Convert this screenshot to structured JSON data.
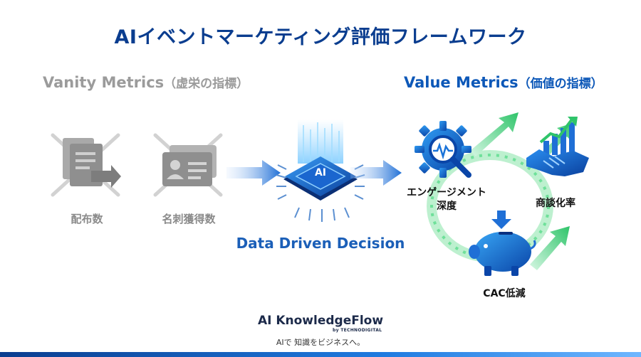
{
  "title": "AIイベントマーケティング評価フレームワーク",
  "vanity": {
    "heading": "Vanity Metrics",
    "heading_sub": "（虚栄の指標）",
    "items": [
      {
        "label": "配布数",
        "icon": "document-handout-icon"
      },
      {
        "label": "名刺獲得数",
        "icon": "business-card-icon"
      }
    ]
  },
  "center": {
    "chip_text": "AI",
    "caption": "Data Driven Decision"
  },
  "value": {
    "heading": "Value Metrics",
    "heading_sub": "（価値の指標）",
    "items": [
      {
        "label_line1": "エンゲージメント",
        "label_line2": "深度",
        "icon": "gear-magnifier-icon"
      },
      {
        "label_line1": "商談化率",
        "icon": "handshake-chart-icon"
      },
      {
        "label_line1": "CAC低減",
        "icon": "piggy-bank-icon"
      }
    ]
  },
  "brand": {
    "name": "AI KnowledgeFlow",
    "by": "by TECHNODIGITAL",
    "tagline": "AIで 知識をビジネスへ。"
  },
  "colors": {
    "title": "#0a3d8f",
    "vanity_gray": "#9b9b9b",
    "value_blue": "#0d58b8",
    "accent_green": "#3fd17a"
  }
}
